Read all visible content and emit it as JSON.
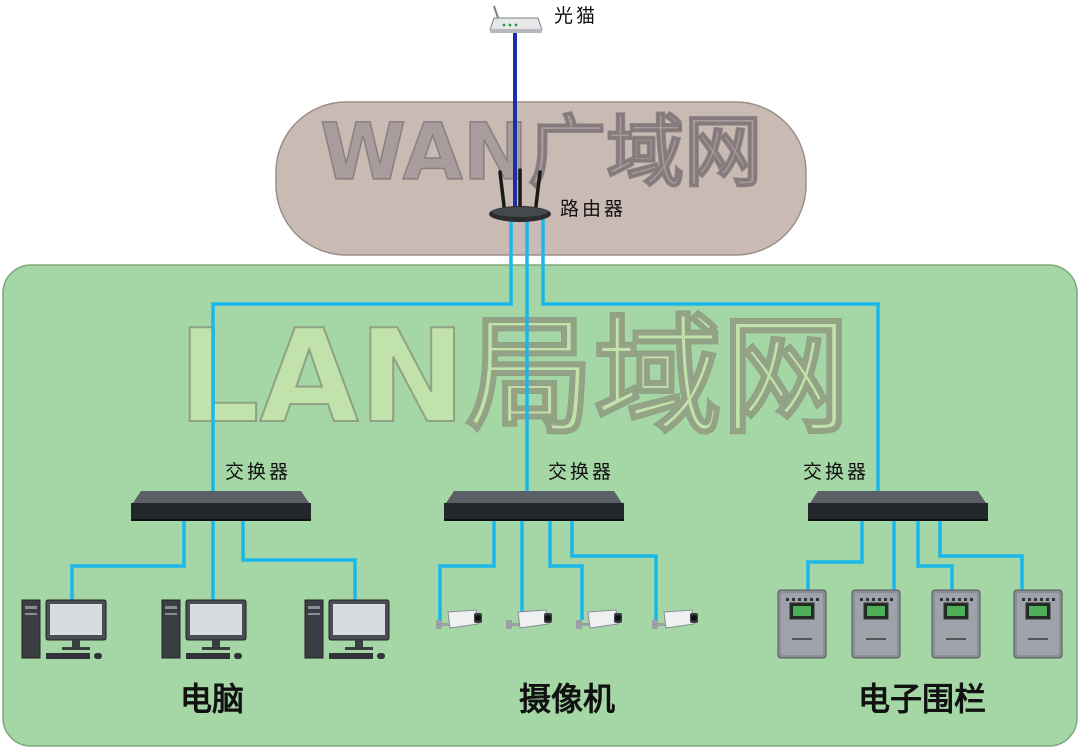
{
  "diagram": {
    "wan_label": "WAN广域网",
    "lan_label": "LAN局域网",
    "modem_label": "光猫",
    "router_label": "路由器",
    "switch_labels": [
      "交换器",
      "交换器",
      "交换器"
    ],
    "category_labels": [
      "电脑",
      "摄像机",
      "电子围栏"
    ]
  },
  "colors": {
    "wan_zone": "#c9bab4",
    "lan_zone": "#a5d6a5",
    "lan_cable": "#1ab8ea",
    "wan_cable": "#1b2fa8"
  },
  "icons": {
    "modem": "modem-icon",
    "router": "router-icon",
    "switch": "network-switch-icon",
    "computer": "desktop-computer-icon",
    "camera": "security-camera-icon",
    "fence": "electric-fence-controller-icon"
  }
}
